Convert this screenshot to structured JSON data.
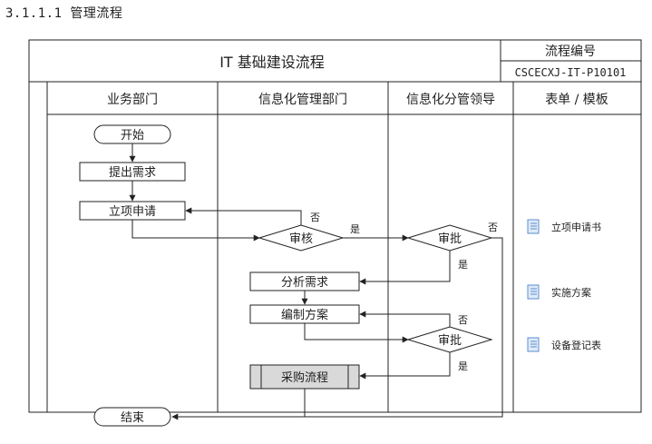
{
  "section_title": "3.1.1.1 管理流程",
  "header": {
    "title": "IT  基础建设流程",
    "code_label": "流程编号",
    "code_value": "CSCECXJ-IT-P10101"
  },
  "columns": [
    "业务部门",
    "信息化管理部门",
    "信息化分管领导",
    "表单 / 模板"
  ],
  "nodes": {
    "start": "开始",
    "raise_need": "提出需求",
    "apply": "立项申请",
    "review": "审核",
    "approve1": "审批",
    "analyze": "分析需求",
    "plan": "编制方案",
    "approve2": "审批",
    "purchase": "采购流程",
    "end": "结束"
  },
  "edge_labels": {
    "review_no": "否",
    "review_yes": "是",
    "approve1_no": "否",
    "approve1_yes": "是",
    "approve2_no": "否",
    "approve2_yes": "是"
  },
  "templates": [
    {
      "label": "立项申请书",
      "icon": "document-icon"
    },
    {
      "label": "实施方案",
      "icon": "document-icon"
    },
    {
      "label": "设备登记表",
      "icon": "document-icon"
    }
  ],
  "colors": {
    "line": "#222222",
    "purchase_fill": "#d9d9d9",
    "doc_icon": "#5b8fd0"
  }
}
